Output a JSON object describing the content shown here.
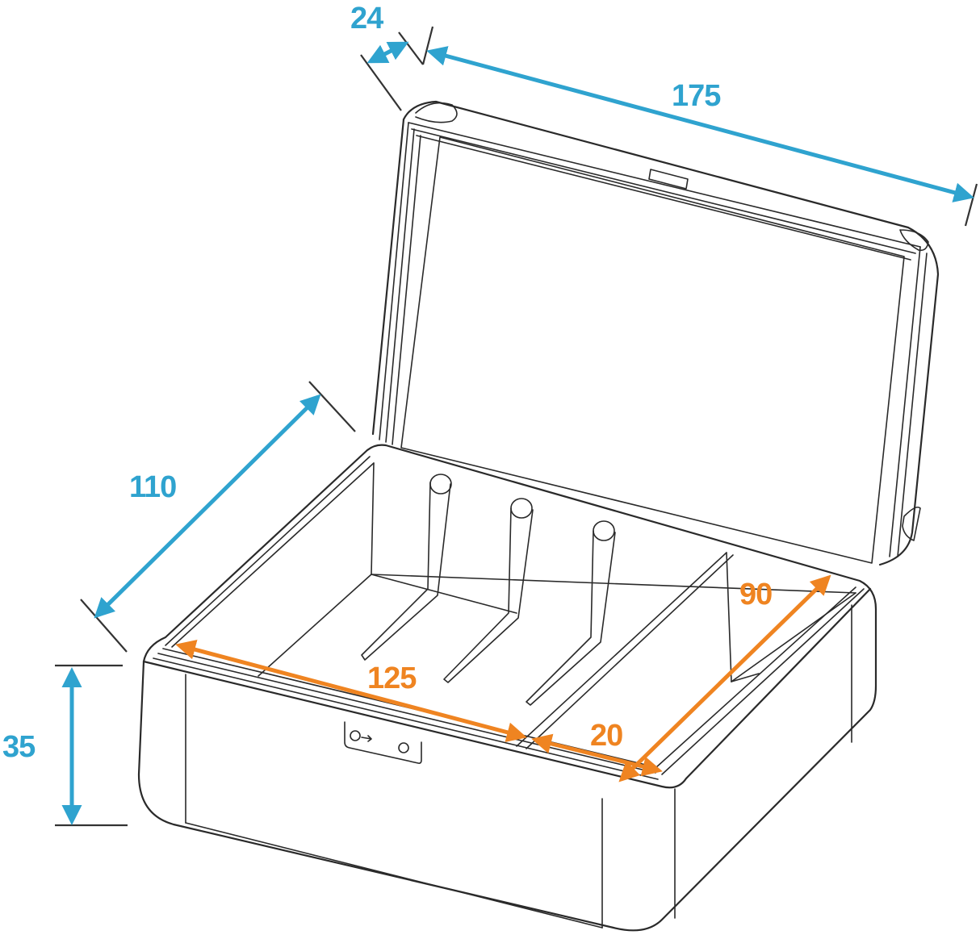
{
  "diagram": {
    "subject": "Case with open lid and internal dividers — dimension drawing",
    "units": "mm",
    "colors": {
      "outer_dimensions": "#2fa3cf",
      "inner_dimensions": "#ef8421",
      "line_art": "#2a2a2a",
      "background": "#ffffff"
    },
    "outer_dimensions": {
      "lid_depth": "24",
      "width": "175",
      "depth": "110",
      "height": "35"
    },
    "inner_dimensions": {
      "main_compartment_width": "125",
      "side_compartment_width": "20",
      "side_compartment_depth": "90"
    },
    "features": {
      "divider_pins": 3,
      "lock_plate": true,
      "lock_symbol": "O→ O"
    }
  }
}
